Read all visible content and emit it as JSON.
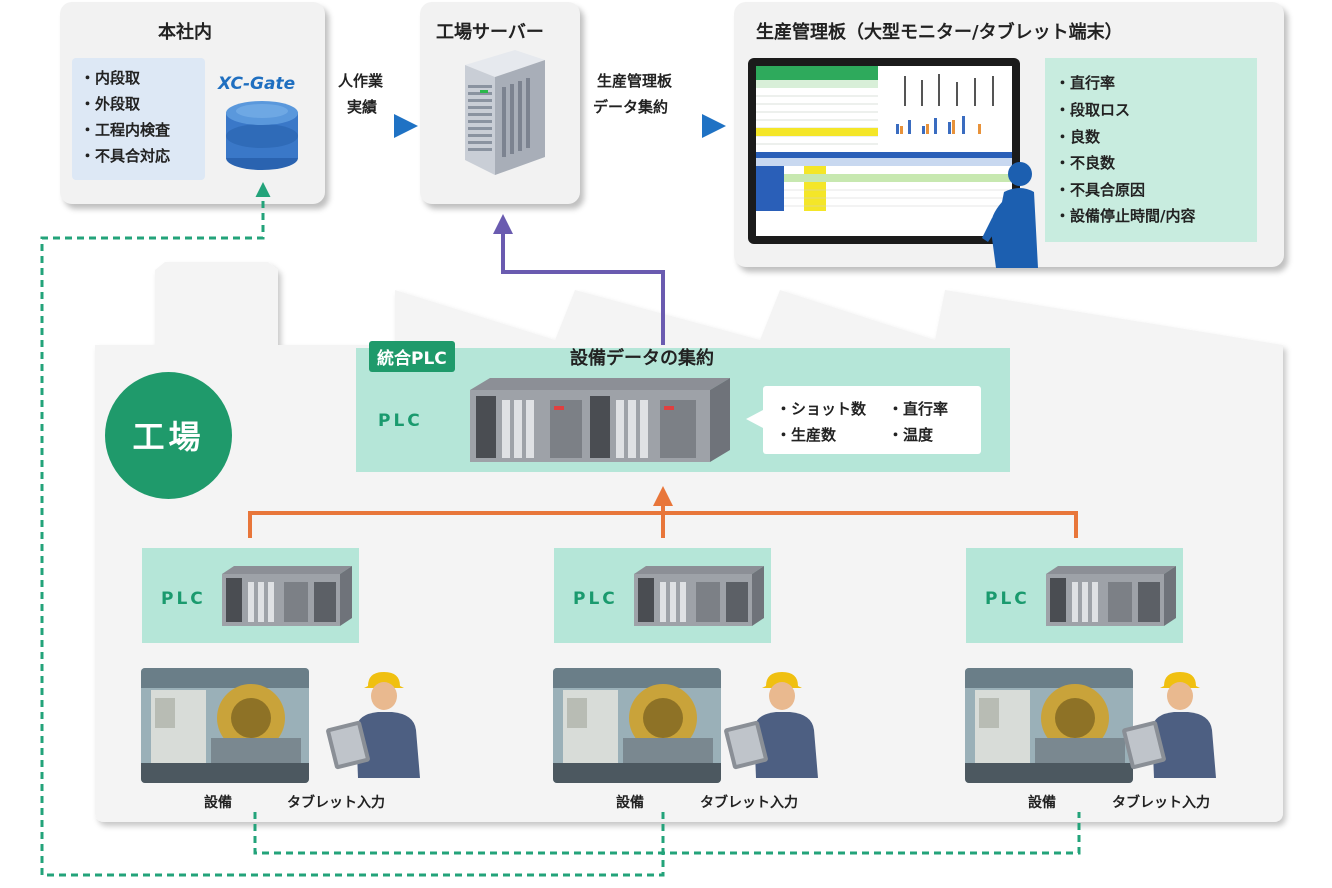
{
  "hq": {
    "title": "本社内",
    "items": [
      "・内段取",
      "・外段取",
      "・工程内検査",
      "・不具合対応"
    ],
    "logo": "XC-Gate"
  },
  "arrow1_label": [
    "人作業",
    "実績"
  ],
  "server": {
    "title": "工場サーバー"
  },
  "arrow2_label": [
    "生産管理板",
    "データ集約"
  ],
  "board": {
    "title": "生産管理板（大型モニター/タブレット端末）",
    "items": [
      "・直行率",
      "・段取ロス",
      "・良数",
      "・不良数",
      "・不具合原因",
      "・設備停止時間/内容"
    ]
  },
  "factory": {
    "label": "工場"
  },
  "integrated": {
    "tag": "統合PLC",
    "title": "設備データの集約",
    "plc_label": "PLC",
    "metrics": [
      "・ショット数",
      "・直行率",
      "・生産数",
      "・温度"
    ]
  },
  "units": [
    {
      "plc_label": "PLC",
      "equipment_label": "設備",
      "tablet_label": "タブレット入力"
    },
    {
      "plc_label": "PLC",
      "equipment_label": "設備",
      "tablet_label": "タブレット入力"
    },
    {
      "plc_label": "PLC",
      "equipment_label": "設備",
      "tablet_label": "タブレット入力"
    }
  ],
  "colors": {
    "panel_bg": "#f2f2f2",
    "mint": "#b5e6d8",
    "green": "#1f9a6b",
    "blue_arrow": "#1f72c4",
    "purple_arrow": "#6a5bb0",
    "orange": "#e8763a",
    "dashed_green": "#23a37a"
  }
}
